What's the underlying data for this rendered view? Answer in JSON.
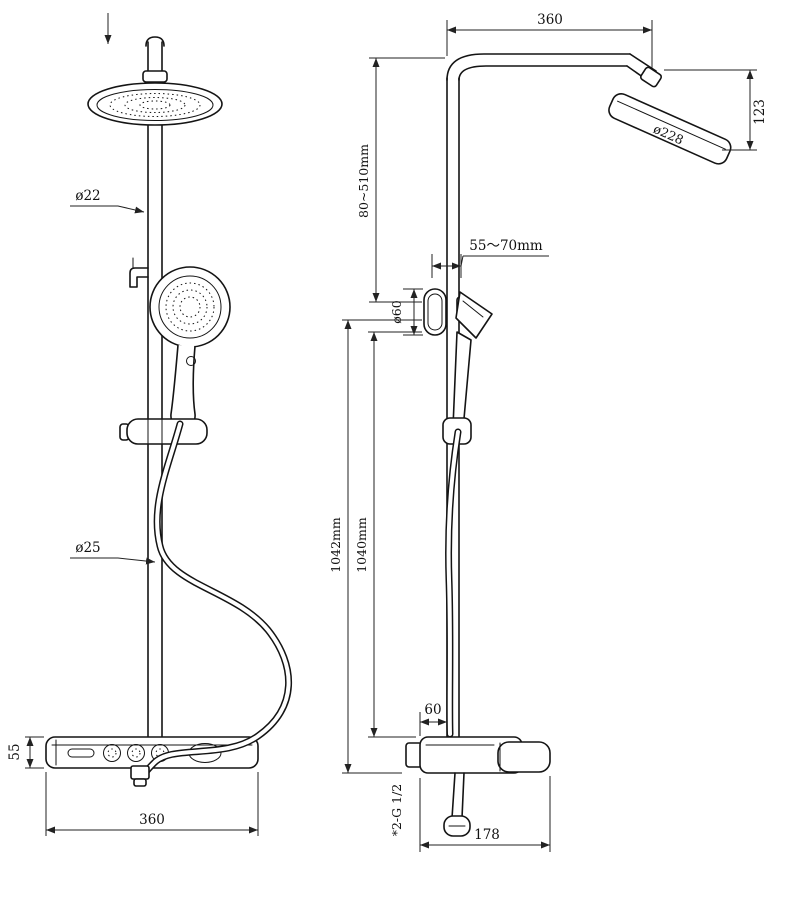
{
  "front_view": {
    "pipe_diameter": "ø22",
    "hose_diameter": "ø25",
    "panel_height": "55",
    "panel_width": "360"
  },
  "side_view": {
    "arm_reach": "360",
    "head_drop": "123",
    "head_diameter": "ø228",
    "riser_adjust_range": "80~510mm",
    "wall_distance_range": "55～70mm",
    "escutcheon_diameter": "ø60",
    "overall_height_outer": "1042mm",
    "overall_height_inner": "1040mm",
    "panel_offset": "60",
    "spout_reach": "178",
    "thread_note": "*2-G 1/2"
  }
}
